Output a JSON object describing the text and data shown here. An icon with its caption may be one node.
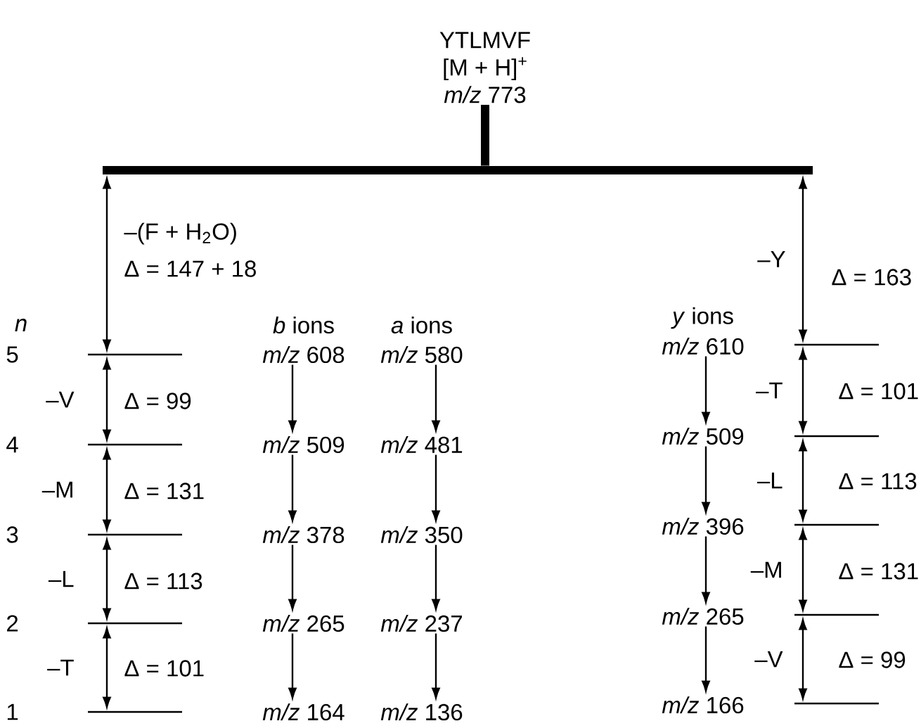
{
  "diagram": {
    "nodes": [
      {
        "text": [
          "YTLMVF",
          "[M + H]$^{+}$",
          "*m/z* 773"
        ]
      },
      {
        "text": [],
        "shape": "bar"
      },
      {
        "text": [],
        "shape": "bar",
        "beside": [
          "5"
        ]
      },
      {
        "text": [],
        "shape": "bar",
        "beside": [
          "4"
        ]
      },
      {
        "text": [],
        "shape": "bar",
        "beside": [
          "3"
        ]
      },
      {
        "text": [],
        "shape": "bar",
        "beside": [
          "2"
        ]
      },
      {
        "text": [],
        "shape": "bar",
        "beside": [
          "1"
        ]
      },
      {
        "text": [
          "*m/z* 608"
        ]
      },
      {
        "text": [
          "*m/z* 509"
        ]
      },
      {
        "text": [
          "*m/z* 378"
        ]
      },
      {
        "text": [
          "*m/z* 265"
        ]
      },
      {
        "text": [
          "*m/z* 164"
        ]
      },
      {
        "text": [
          "*m/z* 580"
        ]
      },
      {
        "text": [
          "*m/z* 481"
        ]
      },
      {
        "text": [
          "*m/z* 350"
        ]
      },
      {
        "text": [
          "*m/z* 237"
        ]
      },
      {
        "text": [
          "*m/z* 136"
        ]
      },
      {
        "text": [
          "*m/z* 610"
        ]
      },
      {
        "text": [
          "*m/z* 509"
        ]
      },
      {
        "text": [
          "*m/z* 396"
        ]
      },
      {
        "text": [
          "*m/z* 265"
        ]
      },
      {
        "text": [
          "*m/z* 166"
        ]
      },
      {
        "text": [],
        "shape": "bar"
      },
      {
        "text": [],
        "shape": "bar"
      },
      {
        "text": [],
        "shape": "bar"
      },
      {
        "text": [],
        "shape": "bar"
      },
      {
        "text": [],
        "shape": "bar"
      }
    ],
    "edges": [
      {
        "from": 0,
        "to": 1,
        "arrow": "none",
        "style": "thick"
      },
      {
        "from": 1,
        "to": 2,
        "arrow": "both",
        "label": "–(F + H$_{2}$O)"
      },
      {
        "from": 2,
        "to": 3,
        "arrow": "both",
        "label": "–V"
      },
      {
        "from": 3,
        "to": 4,
        "arrow": "both",
        "label": "–M"
      },
      {
        "from": 4,
        "to": 5,
        "arrow": "both",
        "label": "–L"
      },
      {
        "from": 5,
        "to": 6,
        "arrow": "both",
        "label": "–T"
      },
      {
        "from": 7,
        "to": 8,
        "arrow": "to"
      },
      {
        "from": 8,
        "to": 9,
        "arrow": "to"
      },
      {
        "from": 9,
        "to": 10,
        "arrow": "to"
      },
      {
        "from": 10,
        "to": 11,
        "arrow": "to"
      },
      {
        "from": 12,
        "to": 13,
        "arrow": "to"
      },
      {
        "from": 13,
        "to": 14,
        "arrow": "to"
      },
      {
        "from": 14,
        "to": 15,
        "arrow": "to"
      },
      {
        "from": 15,
        "to": 16,
        "arrow": "to"
      },
      {
        "from": 17,
        "to": 18,
        "arrow": "to"
      },
      {
        "from": 18,
        "to": 19,
        "arrow": "to"
      },
      {
        "from": 19,
        "to": 20,
        "arrow": "to"
      },
      {
        "from": 20,
        "to": 21,
        "arrow": "to"
      },
      {
        "from": 1,
        "to": 22,
        "arrow": "both",
        "label": "–Y"
      },
      {
        "from": 22,
        "to": 23,
        "arrow": "both",
        "label": "–T"
      },
      {
        "from": 23,
        "to": 24,
        "arrow": "both",
        "label": "–L"
      },
      {
        "from": 24,
        "to": 25,
        "arrow": "both",
        "label": "–M"
      },
      {
        "from": 25,
        "to": 26,
        "arrow": "both",
        "label": "–V"
      }
    ],
    "labels": [
      "Δ = 147 + 18",
      "Δ = 163",
      "n",
      "*b* ions",
      "*a* ions",
      "*y* ions",
      "Δ = 101",
      "Δ = 99",
      "Δ = 113",
      "Δ = 131",
      "Δ = 131",
      "Δ = 113",
      "Δ = 101",
      "Δ = 99"
    ]
  }
}
